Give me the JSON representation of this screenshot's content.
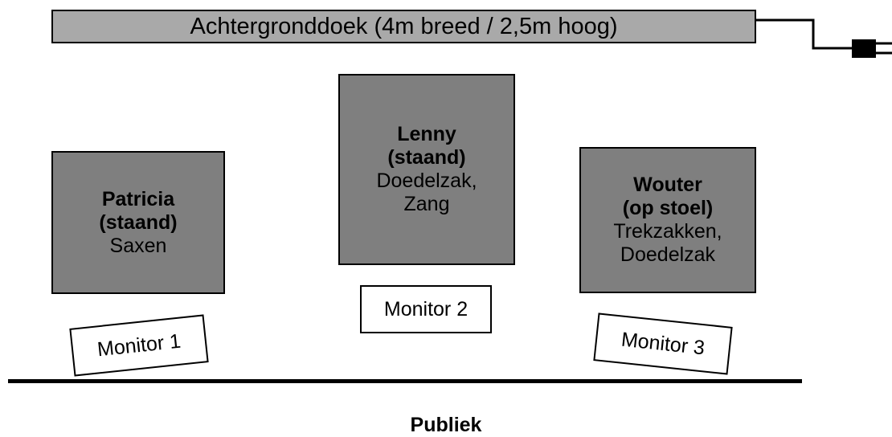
{
  "backdrop": {
    "label": "Achtergronddoek (4m breed / 2,5m hoog)"
  },
  "performers": [
    {
      "name": "Patricia",
      "position": "(staand)",
      "instruments": [
        "Saxen"
      ]
    },
    {
      "name": "Lenny",
      "position": "(staand)",
      "instruments": [
        "Doedelzak,",
        "Zang"
      ]
    },
    {
      "name": "Wouter",
      "position": "(op stoel)",
      "instruments": [
        "Trekzakken,",
        "Doedelzak"
      ]
    }
  ],
  "monitors": [
    "Monitor 1",
    "Monitor 2",
    "Monitor 3"
  ],
  "audience": {
    "label": "Publiek"
  },
  "colors": {
    "backdrop_fill": "#a9a9a9",
    "performer_fill": "#7f7f7f",
    "line": "#000000"
  },
  "icons": {
    "power_plug": "power-plug-icon"
  }
}
